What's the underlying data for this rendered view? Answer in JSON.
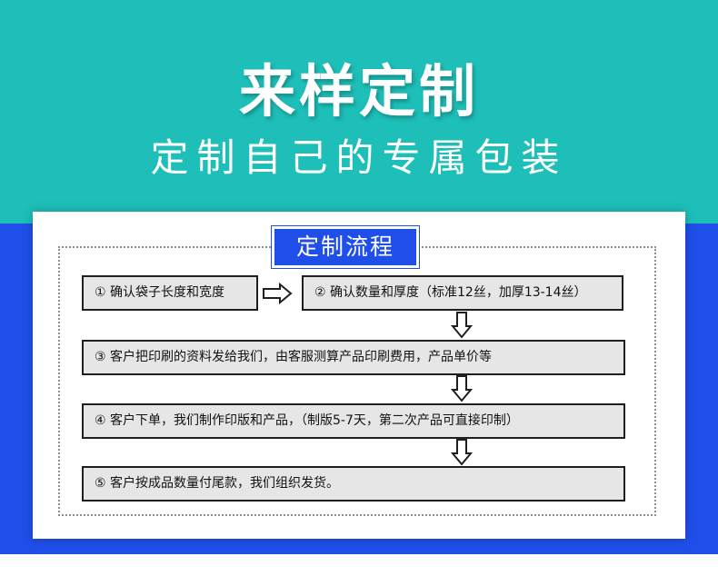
{
  "banner": {
    "title": "来样定制",
    "subtitle": "定制自己的专属包装"
  },
  "process": {
    "heading": "定制流程",
    "steps": [
      "① 确认袋子长度和宽度",
      "② 确认数量和厚度（标准12丝，加厚13-14丝）",
      "③ 客户把印刷的资料发给我们，由客服测算产品印刷费用，产品单价等",
      "④ 客户下单，我们制作印版和产品，（制版5-7天，第二次产品可直接印制）",
      "⑤ 客户按成品数量付尾款，我们组织发货。"
    ]
  },
  "colors": {
    "teal": "#1dbfb8",
    "blue": "#1f4fe8",
    "step_fill": "#e6e6e6"
  }
}
